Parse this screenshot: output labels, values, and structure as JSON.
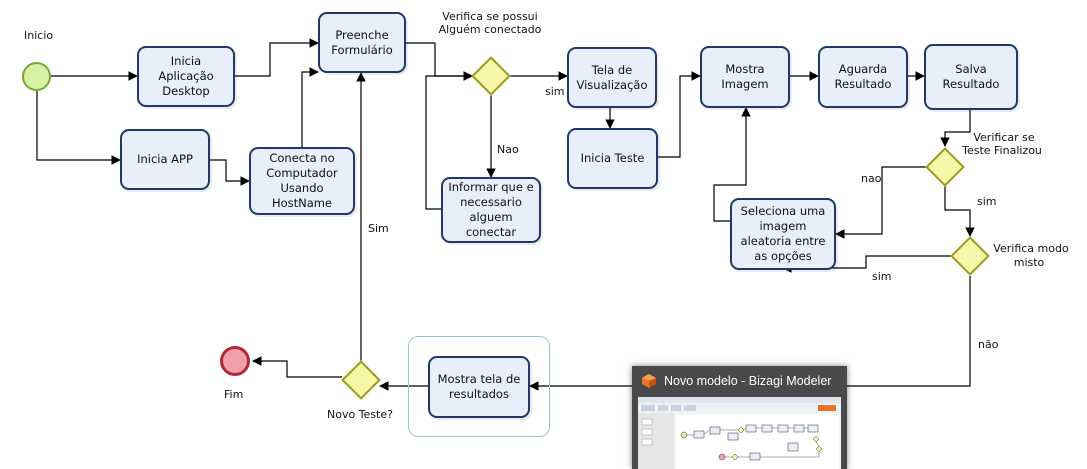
{
  "events": {
    "start_label": "Inicio",
    "end_label": "Fim"
  },
  "tasks": {
    "desktop": "Inicia Aplicação Desktop",
    "app": "Inicia APP",
    "conecta": "Conecta no Computador Usando HostName",
    "formulario": "Preenche Formulário",
    "informar": "Informar que e necessario alguem conectar",
    "visualizacao": "Tela de Visualização",
    "teste": "Inicia Teste",
    "imagem": "Mostra Imagem",
    "aguarda": "Aguarda Resultado",
    "salva": "Salva Resultado",
    "seleciona": "Seleciona uma imagem aleatoria entre as opções",
    "resultados": "Mostra tela  de resultados"
  },
  "gateways": {
    "conectado_line1": "Verifica se possui",
    "conectado_line2": "Alguém conectado",
    "finalizou_line1": "Verificar se",
    "finalizou_line2": "Teste Finalizou",
    "modo_line1": "Verifica  modo",
    "modo_line2": "misto",
    "novo_teste": "Novo Teste?"
  },
  "flow_labels": {
    "sim_visualizacao": "sim",
    "nao_informar": "Nao",
    "nao_finalizou": "nao",
    "sim_finalizou": "sim",
    "sim_modo": "sim",
    "nao_modo": "não",
    "sim_novo": "Sim"
  },
  "popup": {
    "title": "Novo modelo - Bizagi Modeler"
  },
  "colors": {
    "task_fill": "#e8eefa",
    "task_border": "#1d3a6a",
    "gateway_fill": "#f8f6a8",
    "start_fill": "#d6f2a2",
    "end_fill": "#f0a0a8",
    "flow": "#000000"
  }
}
